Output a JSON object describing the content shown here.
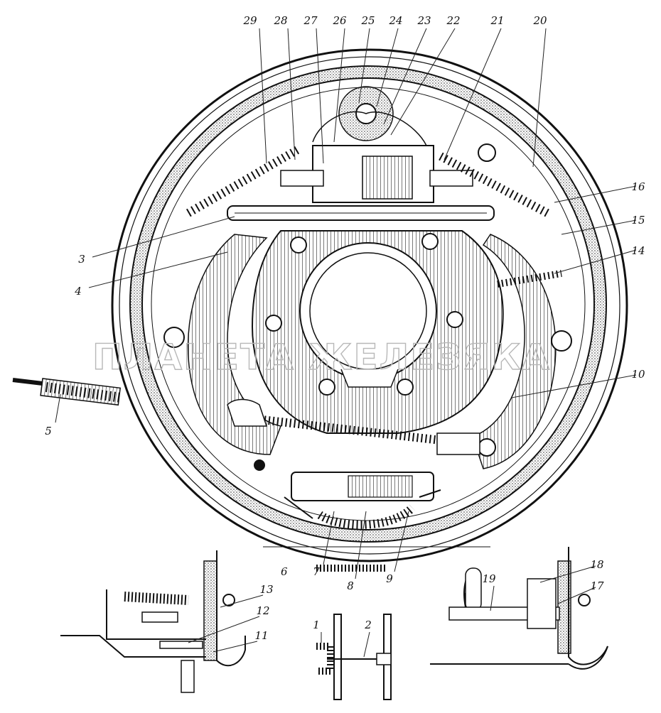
{
  "watermark": "ПЛАНЕТА ЖЕЛЕЗЯКА",
  "callouts": [
    "1",
    "2",
    "3",
    "4",
    "5",
    "7",
    "8",
    "9",
    "10",
    "11",
    "12",
    "13",
    "14",
    "15",
    "16",
    "17",
    "18",
    "19",
    "20",
    "21",
    "22",
    "23",
    "24",
    "25",
    "26",
    "27",
    "28",
    "29"
  ],
  "callout_6": "6",
  "colors": {
    "ink": "#111111",
    "paper": "#ffffff",
    "watermark": "#b8b8b8"
  }
}
